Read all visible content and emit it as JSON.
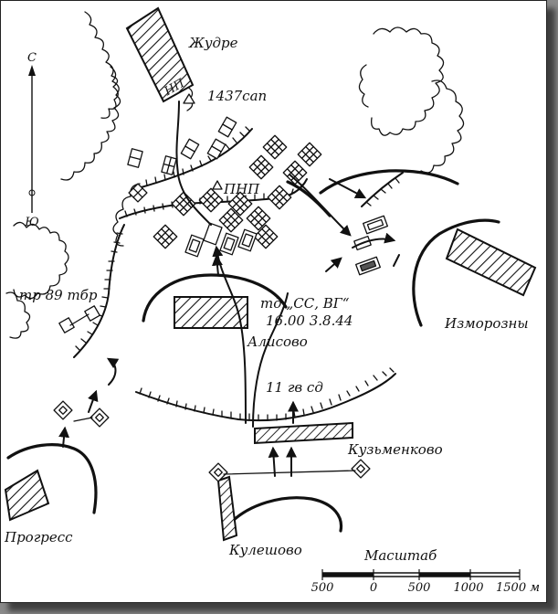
{
  "map": {
    "places": {
      "zhudre": "Жудре",
      "alisovo": "Алисово",
      "izmorozni": "Изморозны",
      "kuzmenkovo": "Кузьменково",
      "kuleshovo": "Кулешово",
      "progress": "Прогресс"
    },
    "units": {
      "np": "НП",
      "sap": "1437сап",
      "pnp": "ПНП",
      "tbr": "тр 89 тбр",
      "td": "тд „СС, ВГ“",
      "td_time": "16.00 3.8.44",
      "sd": "11 гв сд"
    },
    "compass": {
      "north": "С",
      "south": "Ю"
    },
    "scale": {
      "title": "Масштаб",
      "ticks": [
        "500",
        "0",
        "500",
        "1000",
        "1500 м"
      ]
    },
    "colors": {
      "ink": "#111111",
      "paper": "#ffffff",
      "hatch": "#111111"
    }
  }
}
